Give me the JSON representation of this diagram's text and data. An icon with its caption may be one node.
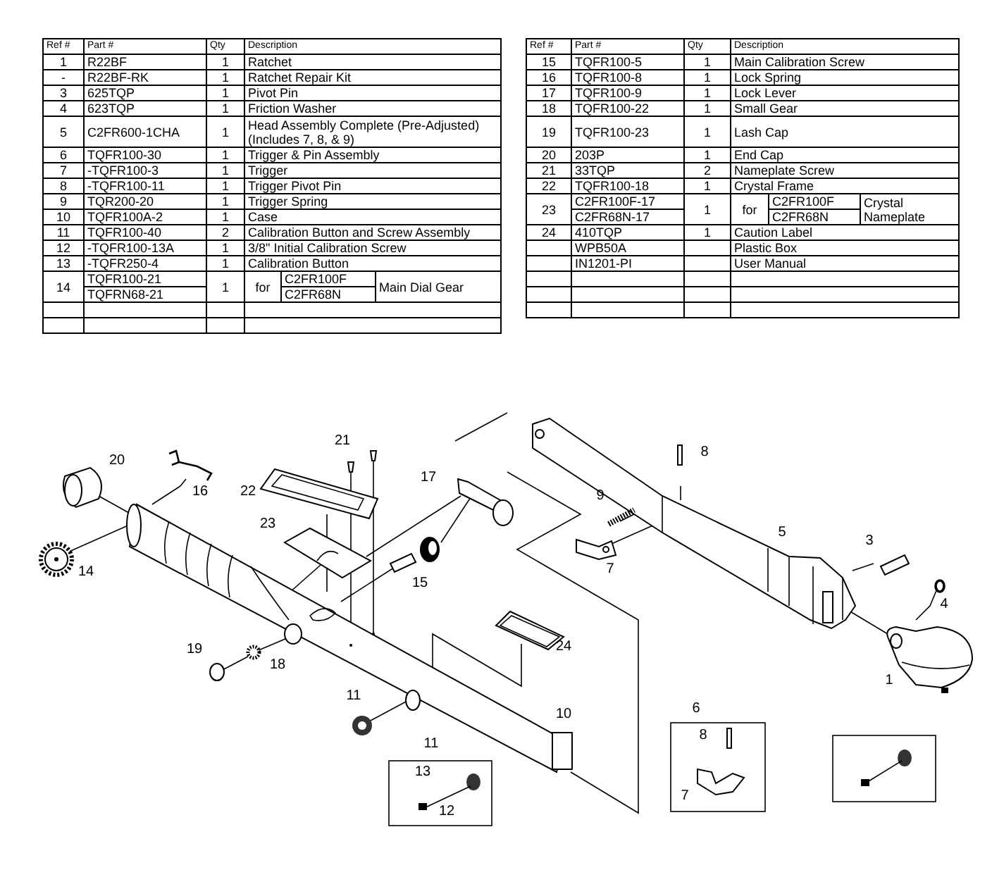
{
  "diagram": {
    "labels": [
      "Ref #",
      "Part #",
      "Qty",
      "Description",
      "1",
      "R22BF",
      "1",
      "Ratchet",
      "-",
      "R22BF-RK",
      "1",
      "Ratchet Repair Kit",
      "3",
      "625TQP",
      "1",
      "Pivot Pin",
      "4",
      "623TQP",
      "1",
      "Friction Washer",
      "5",
      "C2FR600-1CHA",
      "1",
      "Head Assembly Complete (Pre-Adjusted) (Includes 7, 8, & 9)",
      "6",
      "TQFR100-30",
      "1",
      "Trigger & Pin Assembly",
      "7",
      "-TQFR100-3",
      "1",
      "Trigger",
      "8",
      "-TQFR100-11",
      "1",
      "Trigger Pivot Pin",
      "9",
      "TQR200-20",
      "1",
      "Trigger Spring",
      "10",
      "TQFR100A-2",
      "1",
      "Case",
      "11",
      "TQFR100-40",
      "2",
      "Calibration Button and Screw Assembly",
      "12",
      "-TQFR100-13A",
      "1",
      "3/8\" Initial Calibration Screw",
      "13",
      "-TQFR250-4",
      "1",
      "Calibration Button",
      "14",
      "TQFR100-21",
      "1",
      "for",
      "C2FR100F",
      "Main Dial Gear",
      "TQFRN68-21",
      "C2FR68N",
      "Ref #",
      "Part #",
      "Qty",
      "Description",
      "15",
      "TQFR100-5",
      "1",
      "Main Calibration Screw",
      "16",
      "TQFR100-8",
      "1",
      "Lock Spring",
      "17",
      "TQFR100-9",
      "1",
      "Lock Lever",
      "18",
      "TQFR100-22",
      "1",
      "Small Gear",
      "19",
      "TQFR100-23",
      "1",
      "Lash Cap",
      "20",
      "203P",
      "1",
      "End Cap",
      "21",
      "33TQP",
      "2",
      "Nameplate Screw",
      "22",
      "TQFR100-18",
      "1",
      "Crystal Frame",
      "23",
      "C2FR100F-17",
      "1",
      "for",
      "C2FR100F",
      "Crystal Nameplate",
      "C2FR68N-17",
      "C2FR68N",
      "24",
      "410TQP",
      "1",
      "Caution Label",
      "WPB50A",
      "Plastic Box",
      "IN1201-PI",
      "User Manual",
      "21",
      "8",
      "20",
      "17",
      "16",
      "22",
      "9",
      "23",
      "5",
      "3",
      "14",
      "7",
      "15",
      "4",
      "19",
      "24",
      "18",
      "1",
      "11",
      "10",
      "6",
      "11",
      "8",
      "13",
      "7",
      "12"
    ]
  }
}
